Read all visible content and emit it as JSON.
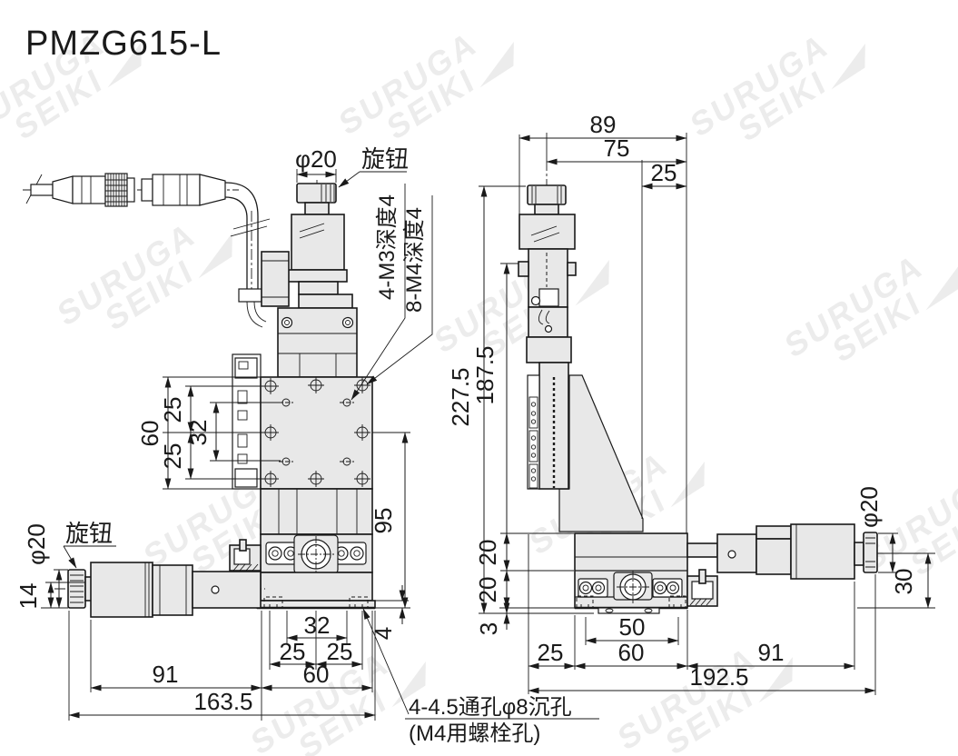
{
  "title": "PMZG615-L",
  "colors": {
    "ink": "#1a1a1a",
    "body_fill": "#e8e8e8",
    "watermark": "#ececec",
    "background": "#ffffff"
  },
  "watermark": {
    "line1": "SURUGA",
    "line2": "SEIKI"
  },
  "front_view": {
    "labels": {
      "knob_top": "旋钮",
      "knob_left": "旋钮",
      "thread_note_m3": "4-M3深度4",
      "thread_note_m4": "8-M4深度4",
      "hole_note_line1": "4-4.5通孔φ8沉孔",
      "hole_note_line2": "(M4用螺栓孔)"
    },
    "dims": {
      "knob_dia_top": "φ20",
      "knob_dia_left": "φ20",
      "knob_height_14": "14",
      "left_60": "60",
      "left_25_upper": "25",
      "left_32": "32",
      "left_25_lower": "25",
      "right_95": "95",
      "base_thickness_4": "4",
      "bottom_32": "32",
      "bottom_25_left": "25",
      "bottom_25_right": "25",
      "bottom_60": "60",
      "bottom_91": "91",
      "bottom_163_5": "163.5"
    }
  },
  "side_view": {
    "dims": {
      "top_89": "89",
      "top_75": "75",
      "top_25": "25",
      "left_227_5": "227.5",
      "left_187_5": "187.5",
      "left_20_upper": "20",
      "left_20_lower": "20",
      "left_3": "3",
      "bottom_50": "50",
      "bottom_25": "25",
      "bottom_60": "60",
      "bottom_91": "91",
      "bottom_192_5": "192.5",
      "right_knob_dia": "φ20",
      "right_30": "30"
    }
  }
}
